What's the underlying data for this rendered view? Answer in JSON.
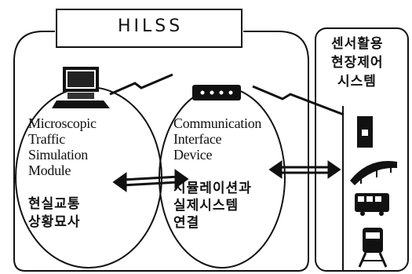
{
  "hilss": {
    "title": "HILSS"
  },
  "simulation": {
    "lines": [
      "Microscopic",
      "Traffic",
      "Simulation",
      "Module"
    ],
    "korean": [
      "현실교통",
      "상황묘사"
    ]
  },
  "interface": {
    "lines": [
      "Communication",
      "Interface",
      "Device"
    ],
    "korean": [
      "시뮬레이션과",
      "실제시스템",
      "연결"
    ]
  },
  "field": {
    "title": [
      "센서활용",
      "현장제어",
      "시스템"
    ]
  },
  "icons": [
    "computer-icon",
    "modem-icon",
    "lightning-icon",
    "sensor-icon",
    "bridge-icon",
    "bus-icon",
    "train-icon"
  ]
}
